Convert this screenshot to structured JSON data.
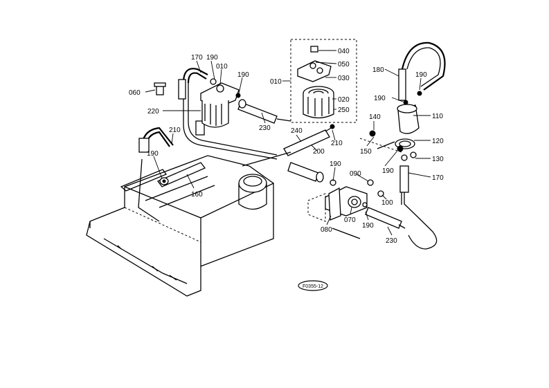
{
  "diagram_code": "F0355-12",
  "parts": {
    "p010a": "010",
    "p010b": "010",
    "p020": "020",
    "p030": "030",
    "p040": "040",
    "p050": "050",
    "p060": "060",
    "p070": "070",
    "p080": "080",
    "p090": "090",
    "p100": "100",
    "p110": "110",
    "p120": "120",
    "p130": "130",
    "p140": "140",
    "p150": "150",
    "p160": "160",
    "p170a": "170",
    "p170b": "170",
    "p180": "180",
    "p190a": "190",
    "p190b": "190",
    "p190c": "190",
    "p190d": "190",
    "p190e": "190",
    "p190f": "190",
    "p190g": "190",
    "p190h": "190",
    "p200": "200",
    "p210a": "210",
    "p210b": "210",
    "p220": "220",
    "p230a": "230",
    "p230b": "230",
    "p240": "240",
    "p250": "250"
  }
}
